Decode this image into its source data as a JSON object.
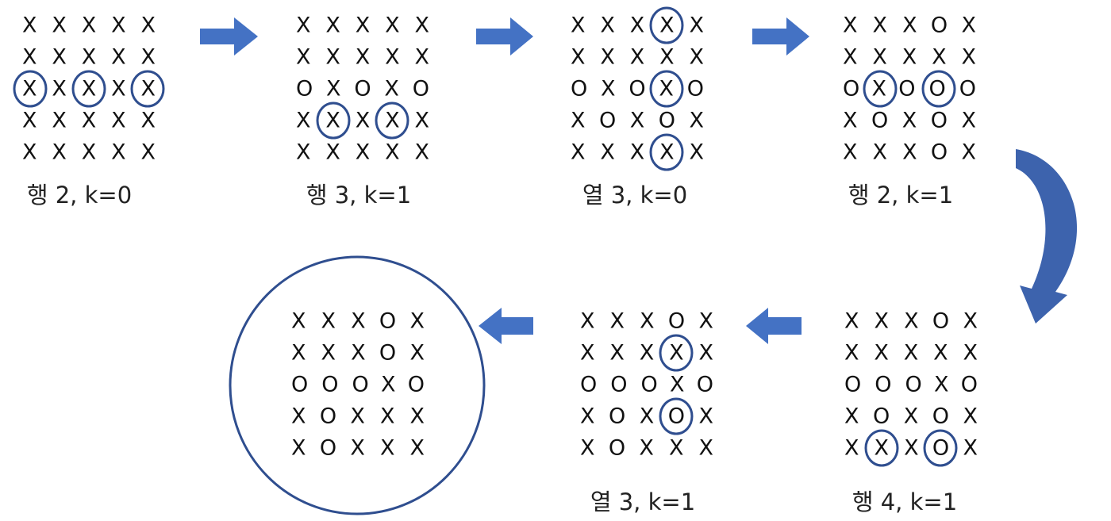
{
  "colors": {
    "arrow": "#4472c4",
    "ring": "#2f4e8f",
    "text": "#111111"
  },
  "steps": [
    {
      "label": "행 2, k=0",
      "grid": [
        "XXXXX",
        "XXXXX",
        "XXXXX",
        "XXXXX",
        "XXXXX"
      ],
      "circled": [
        [
          2,
          0
        ],
        [
          2,
          2
        ],
        [
          2,
          4
        ]
      ]
    },
    {
      "label": "행 3, k=1",
      "grid": [
        "XXXXX",
        "XXXXX",
        "OXOXO",
        "XXXXX",
        "XXXXX"
      ],
      "circled": [
        [
          3,
          1
        ],
        [
          3,
          3
        ]
      ]
    },
    {
      "label": "열 3, k=0",
      "grid": [
        "XXXXX",
        "XXXXX",
        "OXOXO",
        "XOXOX",
        "XXXXX"
      ],
      "circled": [
        [
          0,
          3
        ],
        [
          2,
          3
        ],
        [
          4,
          3
        ]
      ]
    },
    {
      "label": "행 2, k=1",
      "grid": [
        "XXXOX",
        "XXXXX",
        "OXOOO",
        "XOXOX",
        "XXXOX"
      ],
      "circled": [
        [
          2,
          1
        ],
        [
          2,
          3
        ]
      ]
    },
    {
      "label": "행 4, k=1",
      "grid": [
        "XXXOX",
        "XXXXX",
        "OOOXO",
        "XOXOX",
        "XXXOX"
      ],
      "circled": [
        [
          4,
          1
        ],
        [
          4,
          3
        ]
      ]
    },
    {
      "label": "열 3, k=1",
      "grid": [
        "XXXOX",
        "XXXXX",
        "OOOXO",
        "XOXOX",
        "XOXXX"
      ],
      "circled": [
        [
          1,
          3
        ],
        [
          3,
          3
        ]
      ]
    },
    {
      "label": "",
      "grid": [
        "XXXOX",
        "XXXOX",
        "OOOXO",
        "XOXXX",
        "XOXXX"
      ],
      "circled": []
    }
  ]
}
